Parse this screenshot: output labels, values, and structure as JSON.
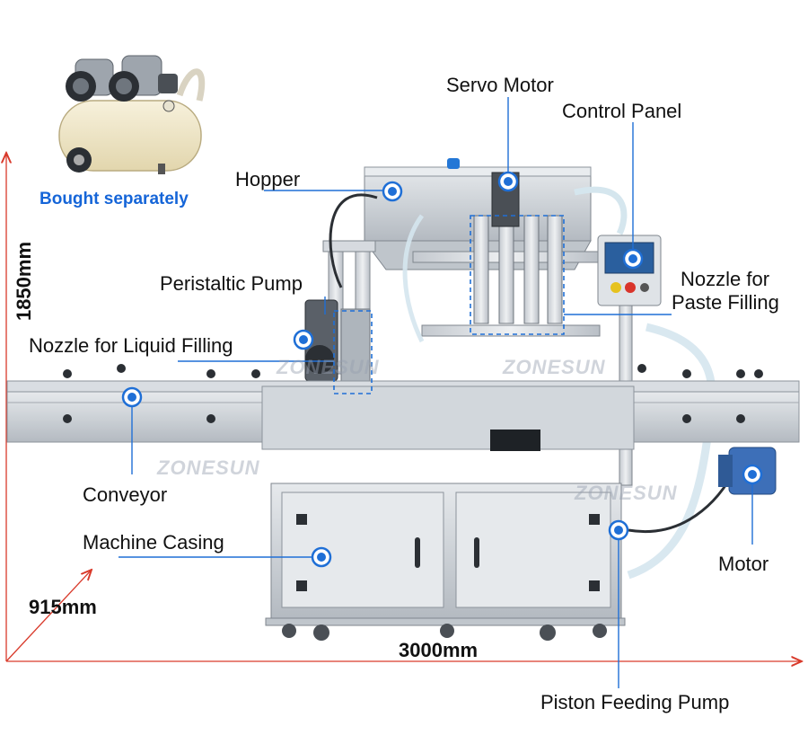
{
  "colors": {
    "callout": "#1f6fd6",
    "dimension": "#d93a2b",
    "steel": "#c9ced4",
    "steel_dark": "#8c939b",
    "text": "#111111",
    "note": "#1565d8"
  },
  "note": {
    "text": "Bought separately"
  },
  "dimensions": {
    "height": "1850mm",
    "depth": "915mm",
    "width": "3000mm"
  },
  "watermarks": [
    "ZONESUN",
    "ZONESUN",
    "ZONESUN",
    "ZONESUN"
  ],
  "callouts": [
    {
      "id": "servo_motor",
      "label": "Servo Motor"
    },
    {
      "id": "control_panel",
      "label": "Control Panel"
    },
    {
      "id": "hopper",
      "label": "Hopper"
    },
    {
      "id": "peristaltic_pump",
      "label": "Peristaltic Pump"
    },
    {
      "id": "nozzle_paste_1",
      "label": "Nozzle for"
    },
    {
      "id": "nozzle_paste_2",
      "label": "Paste Filling"
    },
    {
      "id": "nozzle_liquid",
      "label": "Nozzle for Liquid Filling"
    },
    {
      "id": "conveyor",
      "label": "Conveyor"
    },
    {
      "id": "machine_casing",
      "label": "Machine Casing"
    },
    {
      "id": "motor",
      "label": "Motor"
    },
    {
      "id": "piston_pump",
      "label": "Piston Feeding Pump"
    }
  ],
  "icons": {
    "callout_marker": "target-circle-icon",
    "compressor": "air-compressor-icon"
  }
}
